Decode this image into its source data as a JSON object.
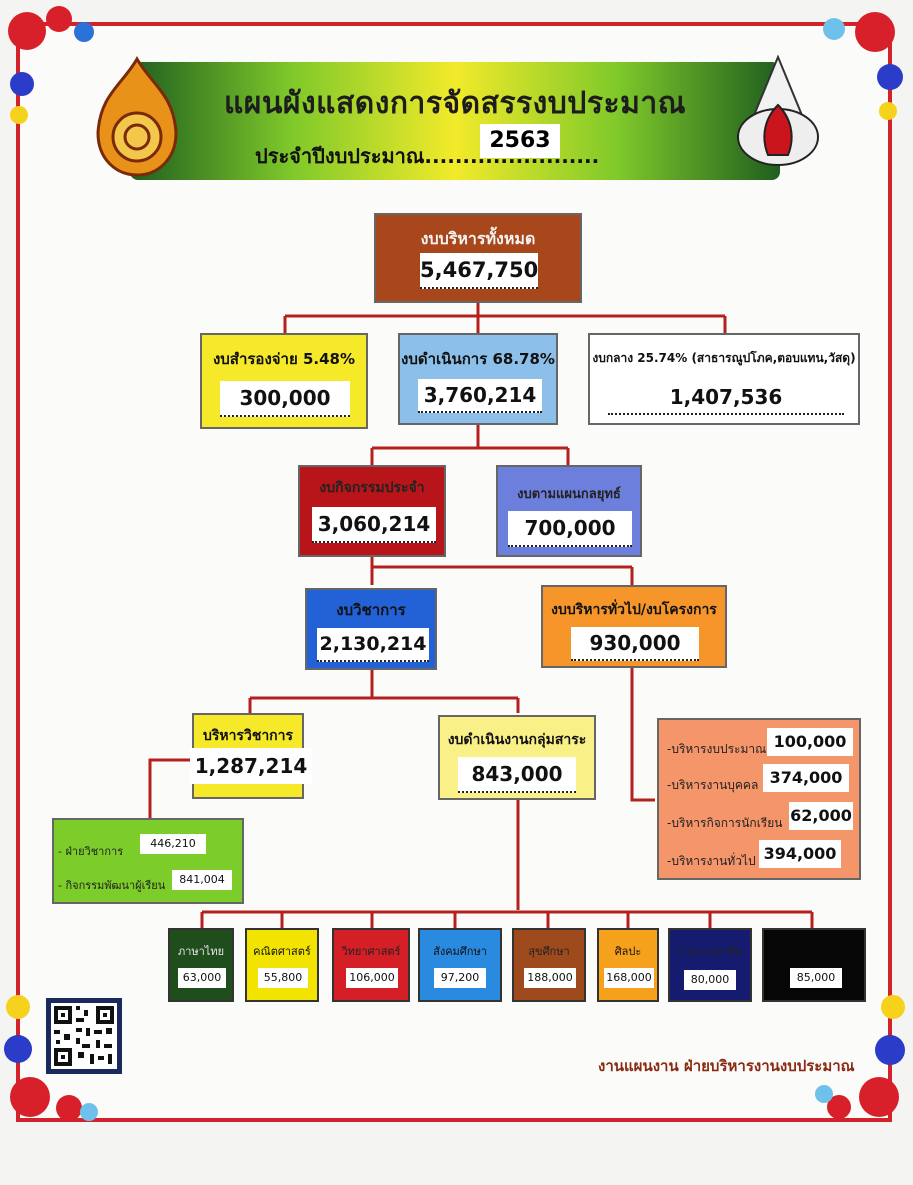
{
  "header": {
    "title": "แผนผังแสดงการจัดสรรงบประมาณ",
    "subtitle": "ประจำปีงบประมาณ.......................",
    "year": "2563"
  },
  "total": {
    "label": "งบบริหารทั้งหมด",
    "value": "5,467,750"
  },
  "level1": {
    "reserve": {
      "label": "งบสำรองจ่าย 5.48%",
      "value": "300,000"
    },
    "operating": {
      "label": "งบดำเนินการ 68.78%",
      "value": "3,760,214"
    },
    "central": {
      "label": "งบกลาง 25.74% (สาธารณูปโภค,ตอบแทน,วัสดุ)",
      "value": "1,407,536"
    }
  },
  "level2": {
    "routine": {
      "label": "งบกิจกรรมประจำ",
      "value": "3,060,214"
    },
    "strategic": {
      "label": "งบตามแผนกลยุทธ์",
      "value": "700,000"
    }
  },
  "level3": {
    "academic": {
      "label": "งบวิชาการ",
      "value": "2,130,214"
    },
    "general": {
      "label": "งบบริหารทั่วไป/งบโครงการ",
      "value": "930,000"
    }
  },
  "general_breakdown": [
    {
      "label": "-บริหารงบประมาณ",
      "value": "100,000"
    },
    {
      "label": "-บริหารงานบุคคล",
      "value": "374,000"
    },
    {
      "label": "-บริหารกิจการนักเรียน",
      "value": "62,000"
    },
    {
      "label": "-บริหารงานทั่วไป",
      "value": "394,000"
    }
  ],
  "level4": {
    "admin_academic": {
      "label": "บริหารวิชาการ",
      "value": "1,287,214"
    },
    "subject_groups": {
      "label": "งบดำเนินงานกลุ่มสาระ",
      "value": "843,000"
    }
  },
  "academic_breakdown": [
    {
      "label": "- ฝ่ายวิชาการ",
      "value": "446,210"
    },
    {
      "label": "- กิจกรรมพัฒนาผู้เรียน",
      "value": "841,004"
    }
  ],
  "subjects": [
    {
      "label": "ภาษาไทย",
      "value": "63,000",
      "color": "#1f4e1c",
      "text": "#e8e8e8"
    },
    {
      "label": "คณิตศาสตร์",
      "value": "55,800",
      "color": "#f2e400",
      "text": "#111"
    },
    {
      "label": "วิทยาศาสตร์",
      "value": "106,000",
      "color": "#d41f26",
      "text": "#222"
    },
    {
      "label": "สังคมศึกษา",
      "value": "97,200",
      "color": "#2a8ae0",
      "text": "#111"
    },
    {
      "label": "สุขศึกษา",
      "value": "188,000",
      "color": "#9e4a1d",
      "text": "#222"
    },
    {
      "label": "ศิลปะ",
      "value": "168,000",
      "color": "#f6a11c",
      "text": "#111"
    },
    {
      "label": "การงานอาชีพ",
      "value": "80,000",
      "color": "#151b6e",
      "text": "#222"
    },
    {
      "label": "",
      "value": "85,000",
      "color": "#060606",
      "text": "#ddd"
    }
  ],
  "footer": {
    "text": "งานแผนงาน ฝ่ายบริหารงานงบประมาณ"
  },
  "colors": {
    "frame": "#d2232a",
    "connector": "#b5201f"
  }
}
